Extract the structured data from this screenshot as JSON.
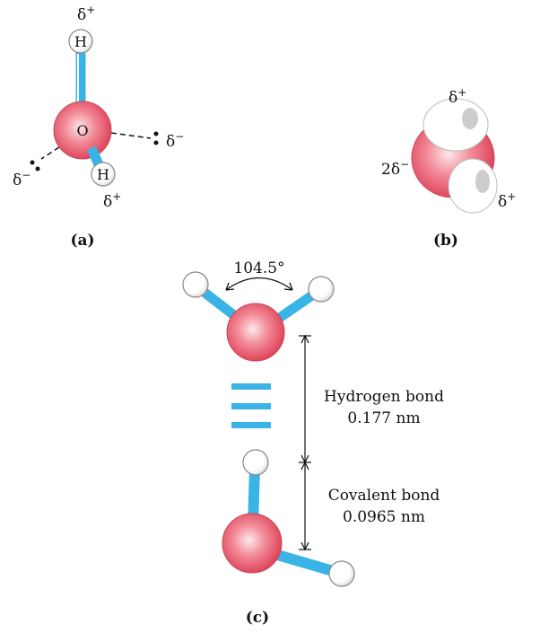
{
  "panels": {
    "a": {
      "label": "(a)",
      "atoms": {
        "oxygen": "O",
        "hydrogen_top": "H",
        "hydrogen_bottom": "H"
      },
      "charges": {
        "top": {
          "base": "δ",
          "sup": "+"
        },
        "bottom": {
          "base": "δ",
          "sup": "+"
        },
        "right": {
          "base": "δ",
          "sup": "−"
        },
        "left": {
          "base": "δ",
          "sup": "−"
        }
      }
    },
    "b": {
      "label": "(b)",
      "charges": {
        "top": {
          "base": "δ",
          "sup": "+"
        },
        "bottom": {
          "base": "δ",
          "sup": "+"
        },
        "oxygen": {
          "base": "2δ",
          "sup": "−"
        }
      }
    },
    "c": {
      "label": "(c)",
      "angle": "104.5°",
      "hydrogen_bond": {
        "name": "Hydrogen bond",
        "length": "0.177 nm"
      },
      "covalent_bond": {
        "name": "Covalent bond",
        "length": "0.0965 nm"
      }
    }
  },
  "colors": {
    "oxygen": "#e8566a",
    "bond": "#3ab4e6",
    "hydrogen": "#ffffff"
  }
}
